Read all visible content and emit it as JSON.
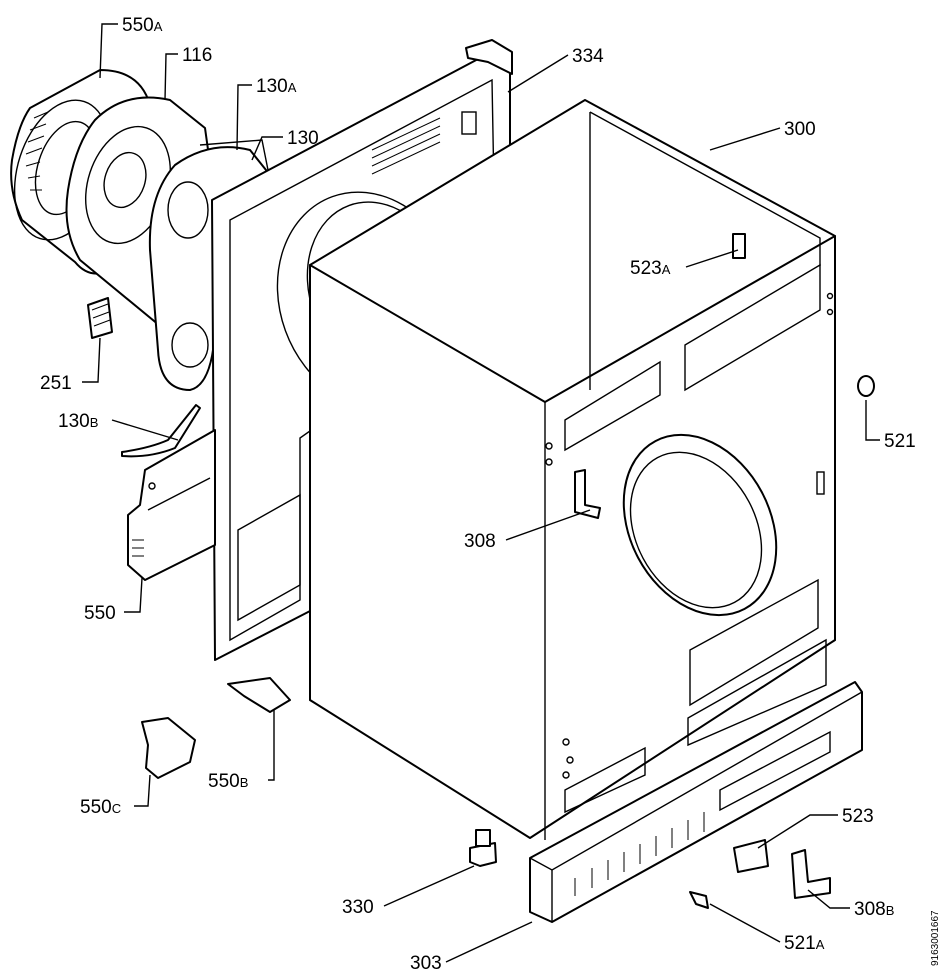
{
  "labels": {
    "l550a": {
      "num": "550",
      "suffix": "A"
    },
    "l116": {
      "num": "116",
      "suffix": ""
    },
    "l130a": {
      "num": "130",
      "suffix": "A"
    },
    "l130": {
      "num": "130",
      "suffix": ""
    },
    "l334": {
      "num": "334",
      "suffix": ""
    },
    "l300": {
      "num": "300",
      "suffix": ""
    },
    "l523a": {
      "num": "523",
      "suffix": "A"
    },
    "l251": {
      "num": "251",
      "suffix": ""
    },
    "l130b": {
      "num": "130",
      "suffix": "B"
    },
    "l521": {
      "num": "521",
      "suffix": ""
    },
    "l308": {
      "num": "308",
      "suffix": ""
    },
    "l550": {
      "num": "550",
      "suffix": ""
    },
    "l550b": {
      "num": "550",
      "suffix": "B"
    },
    "l550c": {
      "num": "550",
      "suffix": "C"
    },
    "l523": {
      "num": "523",
      "suffix": ""
    },
    "l330": {
      "num": "330",
      "suffix": ""
    },
    "l308b": {
      "num": "308",
      "suffix": "B"
    },
    "l303": {
      "num": "303",
      "suffix": ""
    },
    "l521a": {
      "num": "521",
      "suffix": "A"
    }
  },
  "drawing_code": "9163001667"
}
